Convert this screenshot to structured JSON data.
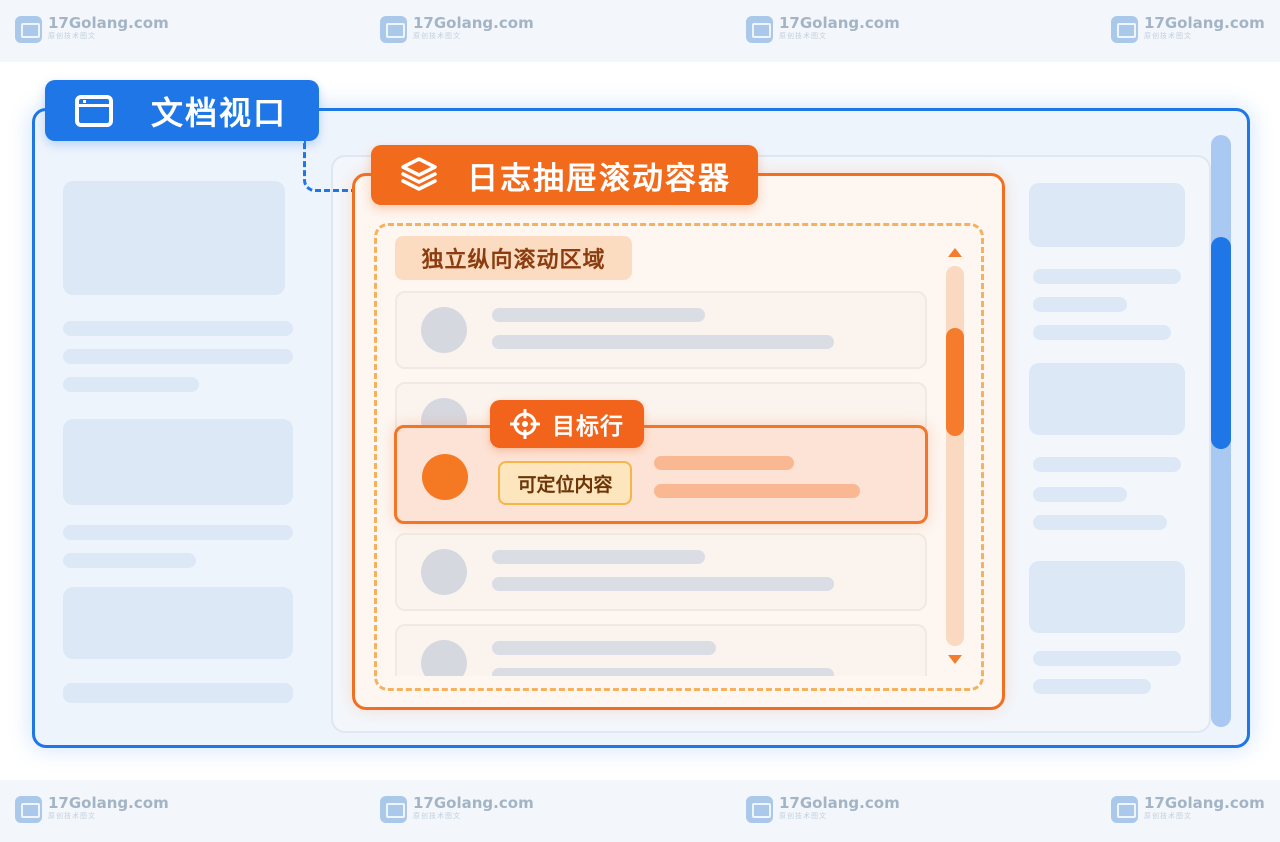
{
  "watermark": {
    "brand": "17Golang.com",
    "subtitle": "原创技术图文"
  },
  "viewport": {
    "label": "文档视口",
    "icon": "browser-window-icon",
    "color": "#1f76e6"
  },
  "drawer": {
    "label": "日志抽屉滚动容器",
    "icon": "layers-icon",
    "color": "#f26a1c"
  },
  "scroll_area": {
    "label": "独立纵向滚动区域"
  },
  "target_row": {
    "label": "目标行",
    "icon": "crosshair-icon",
    "locate_tag": "可定位内容"
  }
}
